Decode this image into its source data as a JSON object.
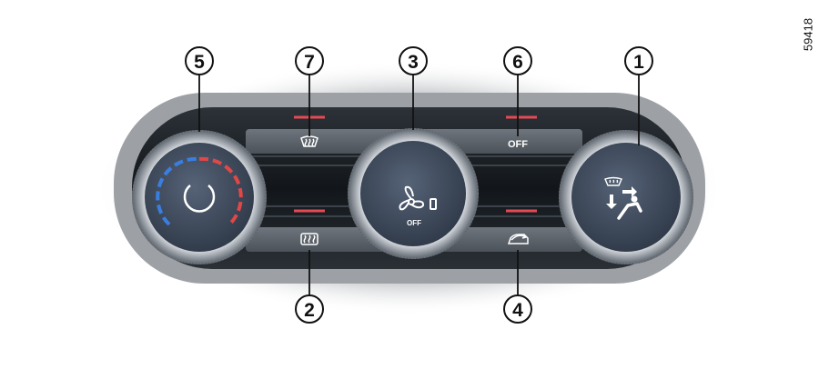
{
  "figure_ref": "59418",
  "callouts": [
    "1",
    "2",
    "3",
    "4",
    "5",
    "6",
    "7"
  ],
  "labels": {
    "strip_off": "OFF",
    "fan_knob_off": "OFF"
  },
  "icons": {
    "knob_left": "temperature-arc-icon",
    "knob_center": "fan-speed-icon",
    "knob_right": "air-distribution-icon",
    "button_top_left": "windscreen-demist-icon",
    "button_bottom_left": "rear-screen-demist-icon",
    "button_bottom_right": "air-recirculation-icon"
  },
  "colors": {
    "indicator": "#e24a55",
    "panel": "#1b2025",
    "knob_face": "#3e4a5c",
    "temp_cold": "#3a7fe0",
    "temp_hot": "#e04848"
  }
}
